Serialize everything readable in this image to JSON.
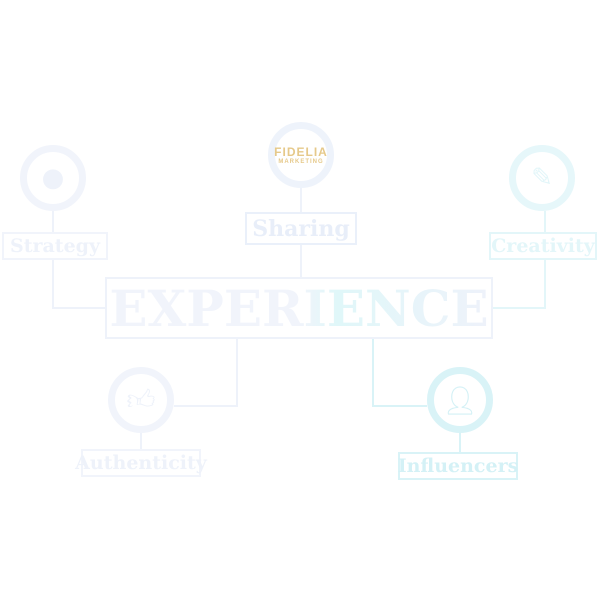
{
  "center": {
    "label": "EXPERIENCE"
  },
  "nodes": {
    "strategy": {
      "label": "Strategy",
      "icon": "lightbulb-icon"
    },
    "sharing": {
      "label": "Sharing",
      "logo_line1": "FIDELIA",
      "logo_line2": "MARKETING"
    },
    "creativity": {
      "label": "Creativity",
      "icon": "pencil-icon"
    },
    "authenticity": {
      "label": "Authenticity",
      "icon": "thumbs-up-icon"
    },
    "influencers": {
      "label": "Influencers",
      "icon": "user-icon"
    }
  },
  "colors": {
    "left": "#eef2fa",
    "right": "#def5f8",
    "logo": "#e6c98a"
  }
}
